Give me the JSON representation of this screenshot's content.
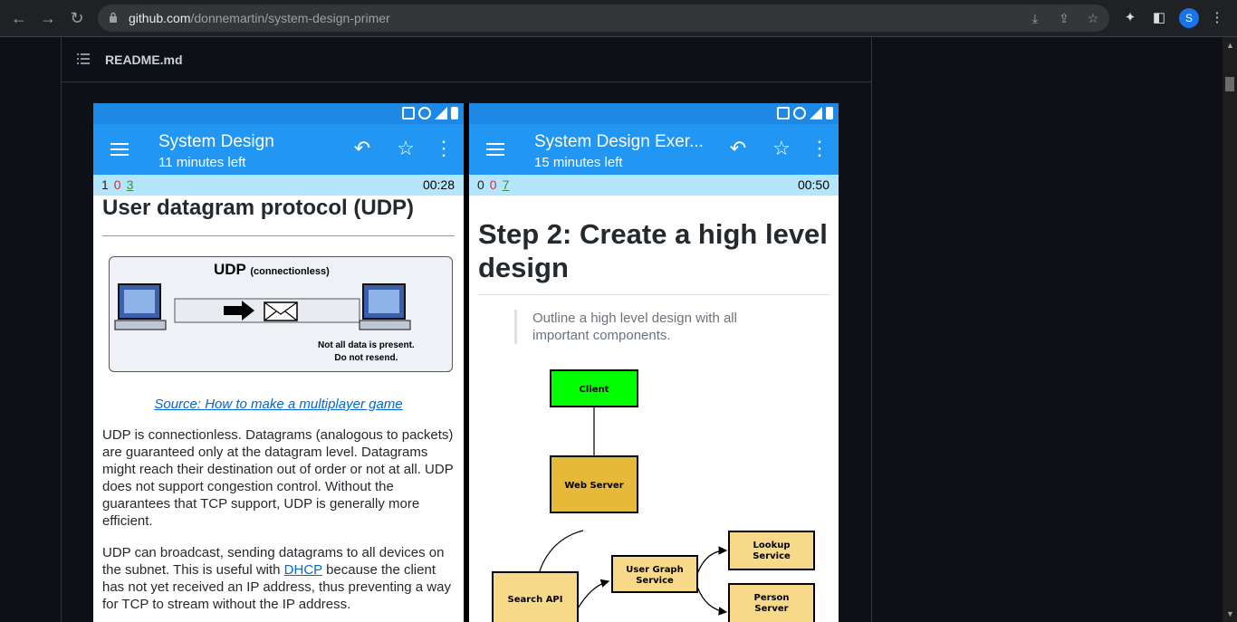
{
  "browser": {
    "url_host": "github.com",
    "url_path": "/donnemartin/system-design-primer",
    "avatar_letter": "S"
  },
  "readme": {
    "title": "README.md"
  },
  "left_phone": {
    "title": "System Design",
    "subtitle": "11 minutes left",
    "score": [
      "1",
      "0",
      "3"
    ],
    "timer": "00:28",
    "heading": "User datagram protocol (UDP)",
    "figure_title": "UDP",
    "figure_subtitle": "(connectionless)",
    "figure_note_1": "Not all data is present.",
    "figure_note_2": "Do not resend.",
    "source_link": "Source: How to make a multiplayer game",
    "para1": "UDP is connectionless. Datagrams (analogous to packets) are guaranteed only at the datagram level. Datagrams might reach their destination out of order or not at all. UDP does not support congestion control. Without the guarantees that TCP support, UDP is generally more efficient.",
    "para2_before": "UDP can broadcast, sending datagrams to all devices on the subnet. This is useful with ",
    "para2_link": "DHCP",
    "para2_after": " because the client has not yet received an IP address, thus preventing a way for TCP to stream without the IP address."
  },
  "right_phone": {
    "title": "System Design Exer...",
    "subtitle": "15 minutes left",
    "score": [
      "0",
      "0",
      "7"
    ],
    "timer": "00:50",
    "heading": "Step 2: Create a high level design",
    "quote": "Outline a high level design with all important components.",
    "diagram": {
      "client": "Client",
      "web_server": "Web Server",
      "search_api": "Search API",
      "user_graph_1": "User Graph",
      "user_graph_2": "Service",
      "lookup_1": "Lookup",
      "lookup_2": "Service",
      "person_1": "Person",
      "person_2": "Server"
    }
  },
  "colors": {
    "statusbar": "#1e88e5",
    "appbar": "#2196f3",
    "scorebar": "#b3e5fc",
    "client_box": "#00ff00",
    "server_box": "#e6b93a",
    "service_box": "#f7d98a"
  }
}
